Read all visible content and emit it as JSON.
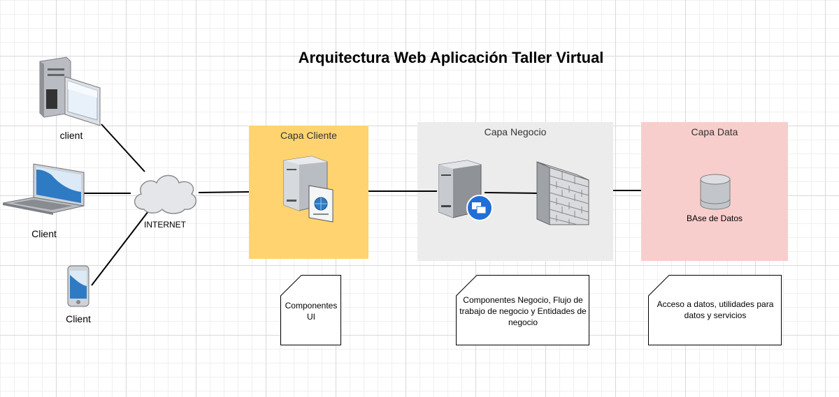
{
  "title": "Arquitectura Web Aplicación Taller Virtual",
  "clients": [
    {
      "label": "client",
      "icon": "desktop-computer-icon"
    },
    {
      "label": "Client",
      "icon": "laptop-icon"
    },
    {
      "label": "Client",
      "icon": "mobile-phone-icon"
    }
  ],
  "internet": {
    "label": "INTERNET",
    "icon": "cloud-icon"
  },
  "layers": {
    "cliente": {
      "title": "Capa Cliente",
      "color": "#ffd470"
    },
    "negocio": {
      "title": "Capa Negocio",
      "color": "#ececec"
    },
    "data": {
      "title": "Capa Data",
      "color": "#f8cecc",
      "db_label": "BAse de Datos"
    }
  },
  "notes": {
    "ui": "Componentes UI",
    "negocio": "Componentes Negocio, Flujo de trabajo de negocio y Entidades de negocio",
    "data": "Acceso a datos, utilidades para datos y servicios"
  }
}
